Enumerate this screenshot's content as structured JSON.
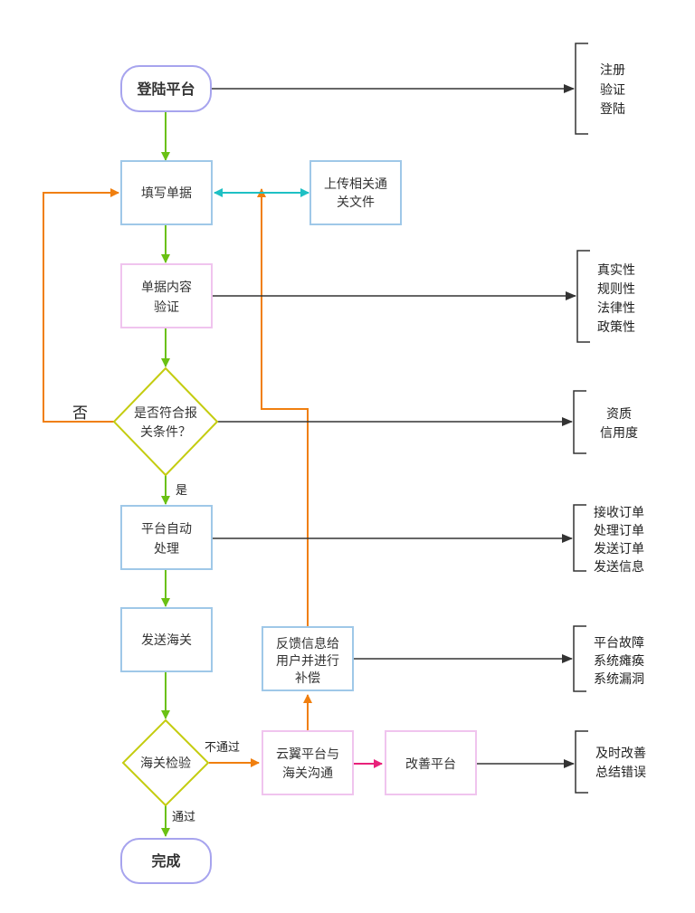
{
  "nodes": {
    "login": "登陆平台",
    "fill_form": "填写单据",
    "upload": [
      "上传相关通",
      "关文件"
    ],
    "validate": [
      "单据内容",
      "验证"
    ],
    "decision": [
      "是否符合报",
      "关条件？"
    ],
    "auto_process": [
      "平台自动",
      "处理"
    ],
    "send_customs": "发送海关",
    "customs_check": "海关检验",
    "done": "完成",
    "feedback": [
      "反馈信息给",
      "用户并进行",
      "补偿"
    ],
    "communicate": [
      "云翼平台与",
      "海关沟通"
    ],
    "improve": "改善平台"
  },
  "edge_labels": {
    "no": "否",
    "yes": "是",
    "fail": "不通过",
    "pass": "通过"
  },
  "notes": {
    "login": [
      "注册",
      "验证",
      "登陆"
    ],
    "validate": [
      "真实性",
      "规则性",
      "法律性",
      "政策性"
    ],
    "decision": [
      "资质",
      "信用度"
    ],
    "auto_process": [
      "接收订单",
      "处理订单",
      "发送订单",
      "发送信息"
    ],
    "feedback": [
      "平台故障",
      "系统瘫痪",
      "系统漏洞"
    ],
    "improve": [
      "及时改善",
      "总结错误"
    ]
  },
  "colors": {
    "green": "#6ac114",
    "orange": "#f07f0f",
    "cyan": "#1ec0c4",
    "pink": "#e8217a",
    "dark": "#333333",
    "blue_border": "#9fc8e8",
    "pink_border": "#f0c4ee",
    "purple_border": "#a7a4ee",
    "diamond_border": "#c4cc10"
  }
}
